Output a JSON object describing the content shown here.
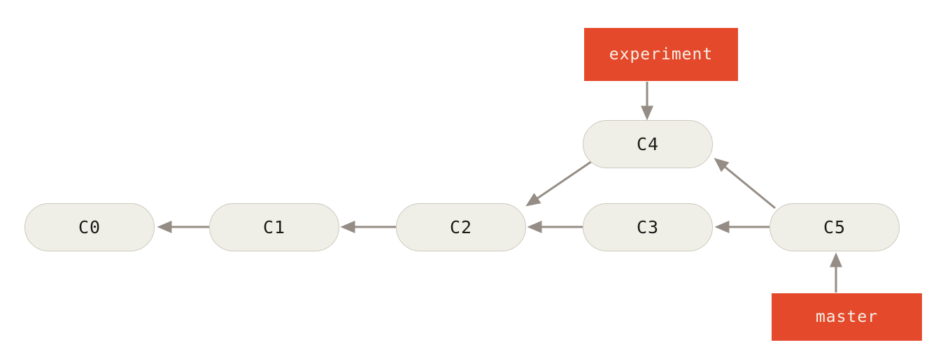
{
  "diagram": {
    "kind": "git-commit-graph",
    "commit_nodes": [
      {
        "id": "C0"
      },
      {
        "id": "C1"
      },
      {
        "id": "C2"
      },
      {
        "id": "C3"
      },
      {
        "id": "C4"
      },
      {
        "id": "C5"
      }
    ],
    "branch_labels": [
      {
        "name": "experiment",
        "points_to": "C4"
      },
      {
        "name": "master",
        "points_to": "C5"
      }
    ],
    "edges": [
      {
        "from": "C1",
        "to": "C0"
      },
      {
        "from": "C2",
        "to": "C1"
      },
      {
        "from": "C3",
        "to": "C2"
      },
      {
        "from": "C5",
        "to": "C3"
      },
      {
        "from": "C4",
        "to": "C2"
      },
      {
        "from": "C5",
        "to": "C4"
      },
      {
        "from": "experiment",
        "to": "C4"
      },
      {
        "from": "master",
        "to": "C5"
      }
    ],
    "colors": {
      "node_fill": "#F0EFE7",
      "node_border": "#CBC9BD",
      "node_text": "#1A1A18",
      "arrow": "#958D85",
      "branch_fill": "#E5492B",
      "branch_text": "#F5F0E7",
      "background": "#FFFFFF"
    }
  }
}
